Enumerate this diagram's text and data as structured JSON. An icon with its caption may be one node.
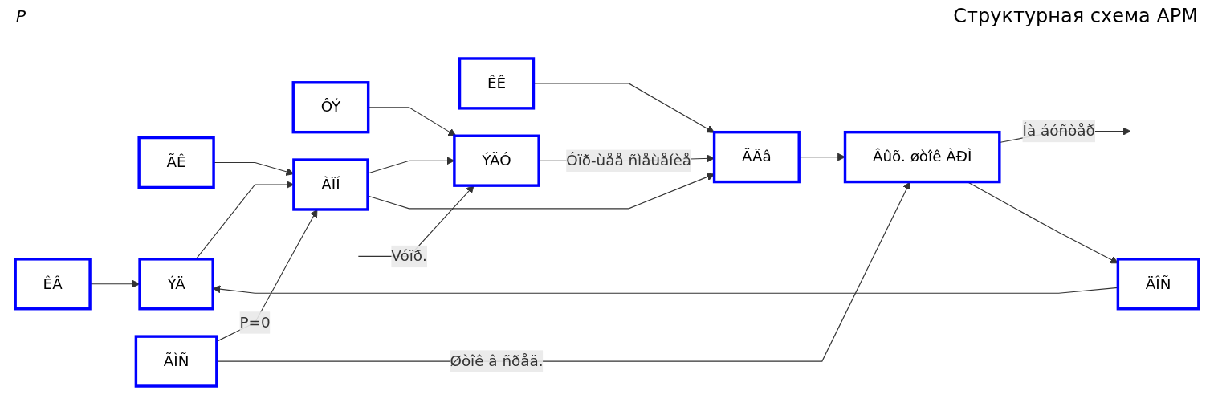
{
  "diagram": {
    "title": "Структурная схема АРМ",
    "nodes": [
      {
        "text": [
          "ÊÂ"
        ]
      },
      {
        "text": [
          "ÃÊ"
        ]
      },
      {
        "text": [
          "ÔÝ"
        ]
      },
      {
        "text": [
          "ÊÊ"
        ]
      },
      {
        "text": [
          "ÝÄ"
        ]
      },
      {
        "text": [
          "ÀÏÍ"
        ]
      },
      {
        "text": [
          "ÝÃÓ"
        ]
      },
      {
        "text": [
          "ÃÄâ"
        ]
      },
      {
        "text": [
          "Âûõ. øòîê ÀÐÌ"
        ]
      },
      {
        "text": [
          "ÃÌÑ"
        ]
      },
      {
        "text": [
          "ÄÎÑ"
        ]
      }
    ],
    "edges": [
      {
        "from": 0,
        "to": 4,
        "arrow": "to"
      },
      {
        "from": 1,
        "to": 5,
        "arrow": "to"
      },
      {
        "from": 2,
        "to": 6,
        "arrow": "to"
      },
      {
        "from": 3,
        "to": 7,
        "arrow": "to"
      },
      {
        "from": null,
        "to": 6,
        "arrow": "to",
        "label": "Vóïð."
      },
      {
        "from": 4,
        "to": 5,
        "arrow": "to"
      },
      {
        "from": 5,
        "to": 6,
        "arrow": "to"
      },
      {
        "from": 5,
        "to": 7,
        "arrow": "to"
      },
      {
        "from": 6,
        "to": 7,
        "arrow": "to",
        "label": "Óïð-ùåå ñìåùåíèå"
      },
      {
        "from": 7,
        "to": 8,
        "arrow": "to"
      },
      {
        "from": 8,
        "to": null,
        "arrow": "to",
        "label": "Íà áóñòåð"
      },
      {
        "from": 9,
        "to": 5,
        "arrow": "to",
        "label": "P=0"
      },
      {
        "from": 9,
        "to": 8,
        "arrow": "to",
        "label": "Øòîê â ñðåä."
      },
      {
        "from": 8,
        "to": 10,
        "arrow": "to"
      },
      {
        "from": 10,
        "to": 4,
        "arrow": "to"
      }
    ],
    "labels": [
      "P"
    ]
  }
}
